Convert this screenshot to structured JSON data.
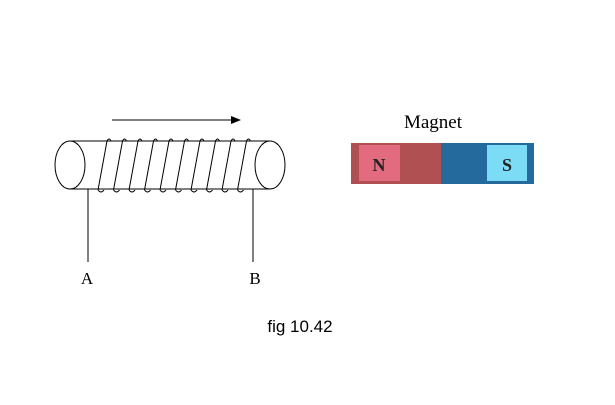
{
  "labels": {
    "end_a": "A",
    "end_b": "B",
    "magnet": "Magnet",
    "north": "N",
    "south": "S",
    "caption": "fig 10.42"
  },
  "colors": {
    "north_half": "#b05052",
    "south_half": "#246a9c",
    "north_box": "#e36b80",
    "south_box": "#7ddcf5"
  },
  "coil_turns": 10
}
